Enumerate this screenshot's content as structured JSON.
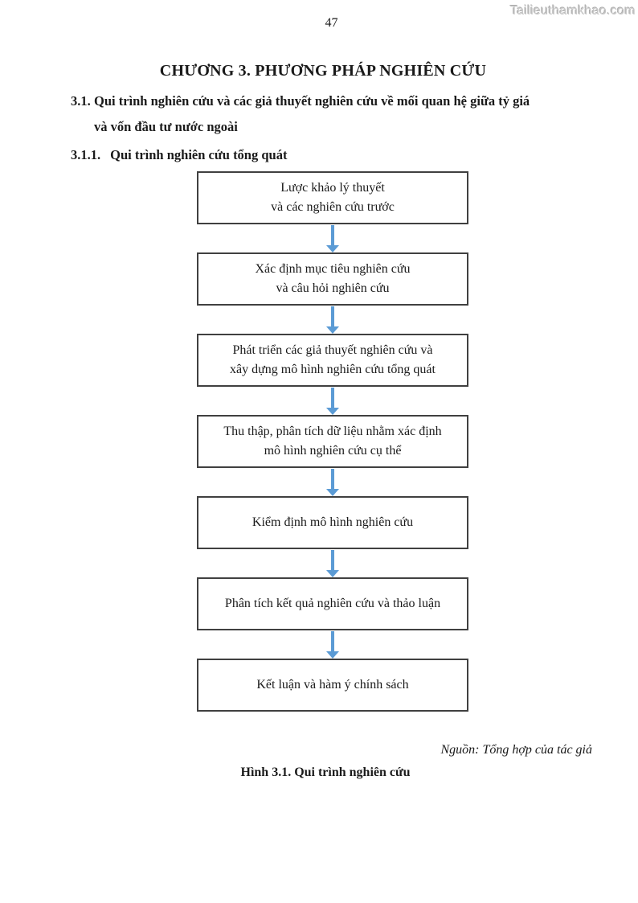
{
  "watermark": "Tailieuthamkhao.com",
  "page_number": "47",
  "chapter_title": "CHƯƠNG 3. PHƯƠNG PHÁP NGHIÊN CỨU",
  "sections": {
    "s31": {
      "number": "3.1.",
      "text": "Qui trình nghiên cứu và các giả thuyết nghiên cứu về mối quan hệ giữa tỷ giá\nvà vốn đầu tư nước ngoài"
    },
    "s311": {
      "number": "3.1.1.",
      "text": "Qui trình nghiên cứu tổng quát"
    }
  },
  "flowchart": {
    "steps": [
      {
        "text": "Lược khảo lý thuyết\nvà các nghiên cứu trước"
      },
      {
        "text": "Xác định mục tiêu nghiên cứu\nvà câu hỏi nghiên cứu"
      },
      {
        "text": "Phát triển các giả thuyết nghiên cứu và\nxây dựng mô hình nghiên cứu tổng quát"
      },
      {
        "text": "Thu thập, phân tích dữ liệu nhằm xác định\nmô hình nghiên cứu cụ thể"
      },
      {
        "text": "Kiểm định mô hình nghiên cứu"
      },
      {
        "text": "Phân tích kết quả nghiên cứu và thảo luận"
      },
      {
        "text": "Kết luận và hàm ý chính sách"
      }
    ]
  },
  "figure": {
    "source": "Nguồn: Tổng hợp của tác giả",
    "caption": "Hình 3.1. Qui trình nghiên cứu"
  },
  "colors": {
    "arrow": "#5b9bd5",
    "box_border": "#404040",
    "text": "#1a1a1a",
    "watermark": "#c6c6c6"
  }
}
